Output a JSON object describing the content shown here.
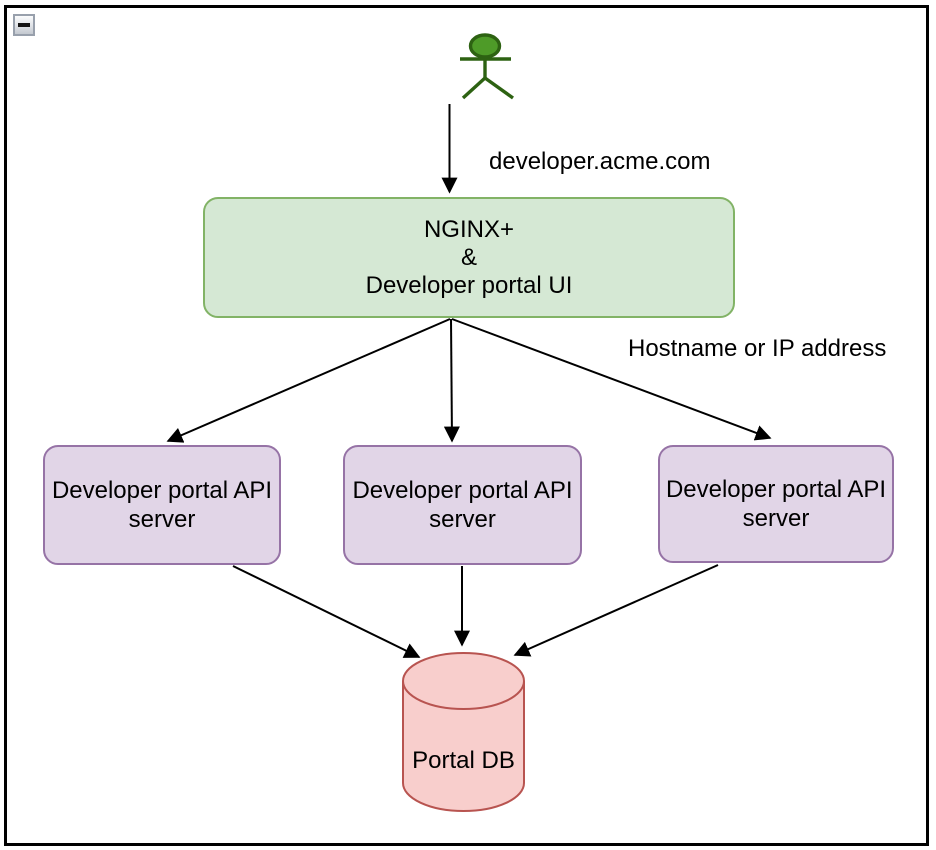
{
  "window": {
    "collapse_button_icon": "minus"
  },
  "diagram": {
    "arrow_color": "#000000",
    "actor": {
      "icon": "person",
      "fill": "#4e9b28",
      "stroke": "#2d6212"
    },
    "labels": {
      "request_domain": "developer.acme.com",
      "routing": "Hostname or IP address"
    },
    "nodes": {
      "gateway": {
        "text": "NGINX+\n&\nDeveloper portal UI",
        "fill": "#d5e8d4",
        "stroke": "#82b366"
      },
      "api_server_style": {
        "fill": "#e1d5e7",
        "stroke": "#9673a6"
      },
      "api_servers": [
        {
          "text": "Developer portal API\nserver"
        },
        {
          "text": "Developer portal API\nserver"
        },
        {
          "text": "Developer portal API\nserver"
        }
      ],
      "database": {
        "text": "Portal DB",
        "fill": "#f8cecc",
        "stroke": "#b85450"
      }
    }
  }
}
